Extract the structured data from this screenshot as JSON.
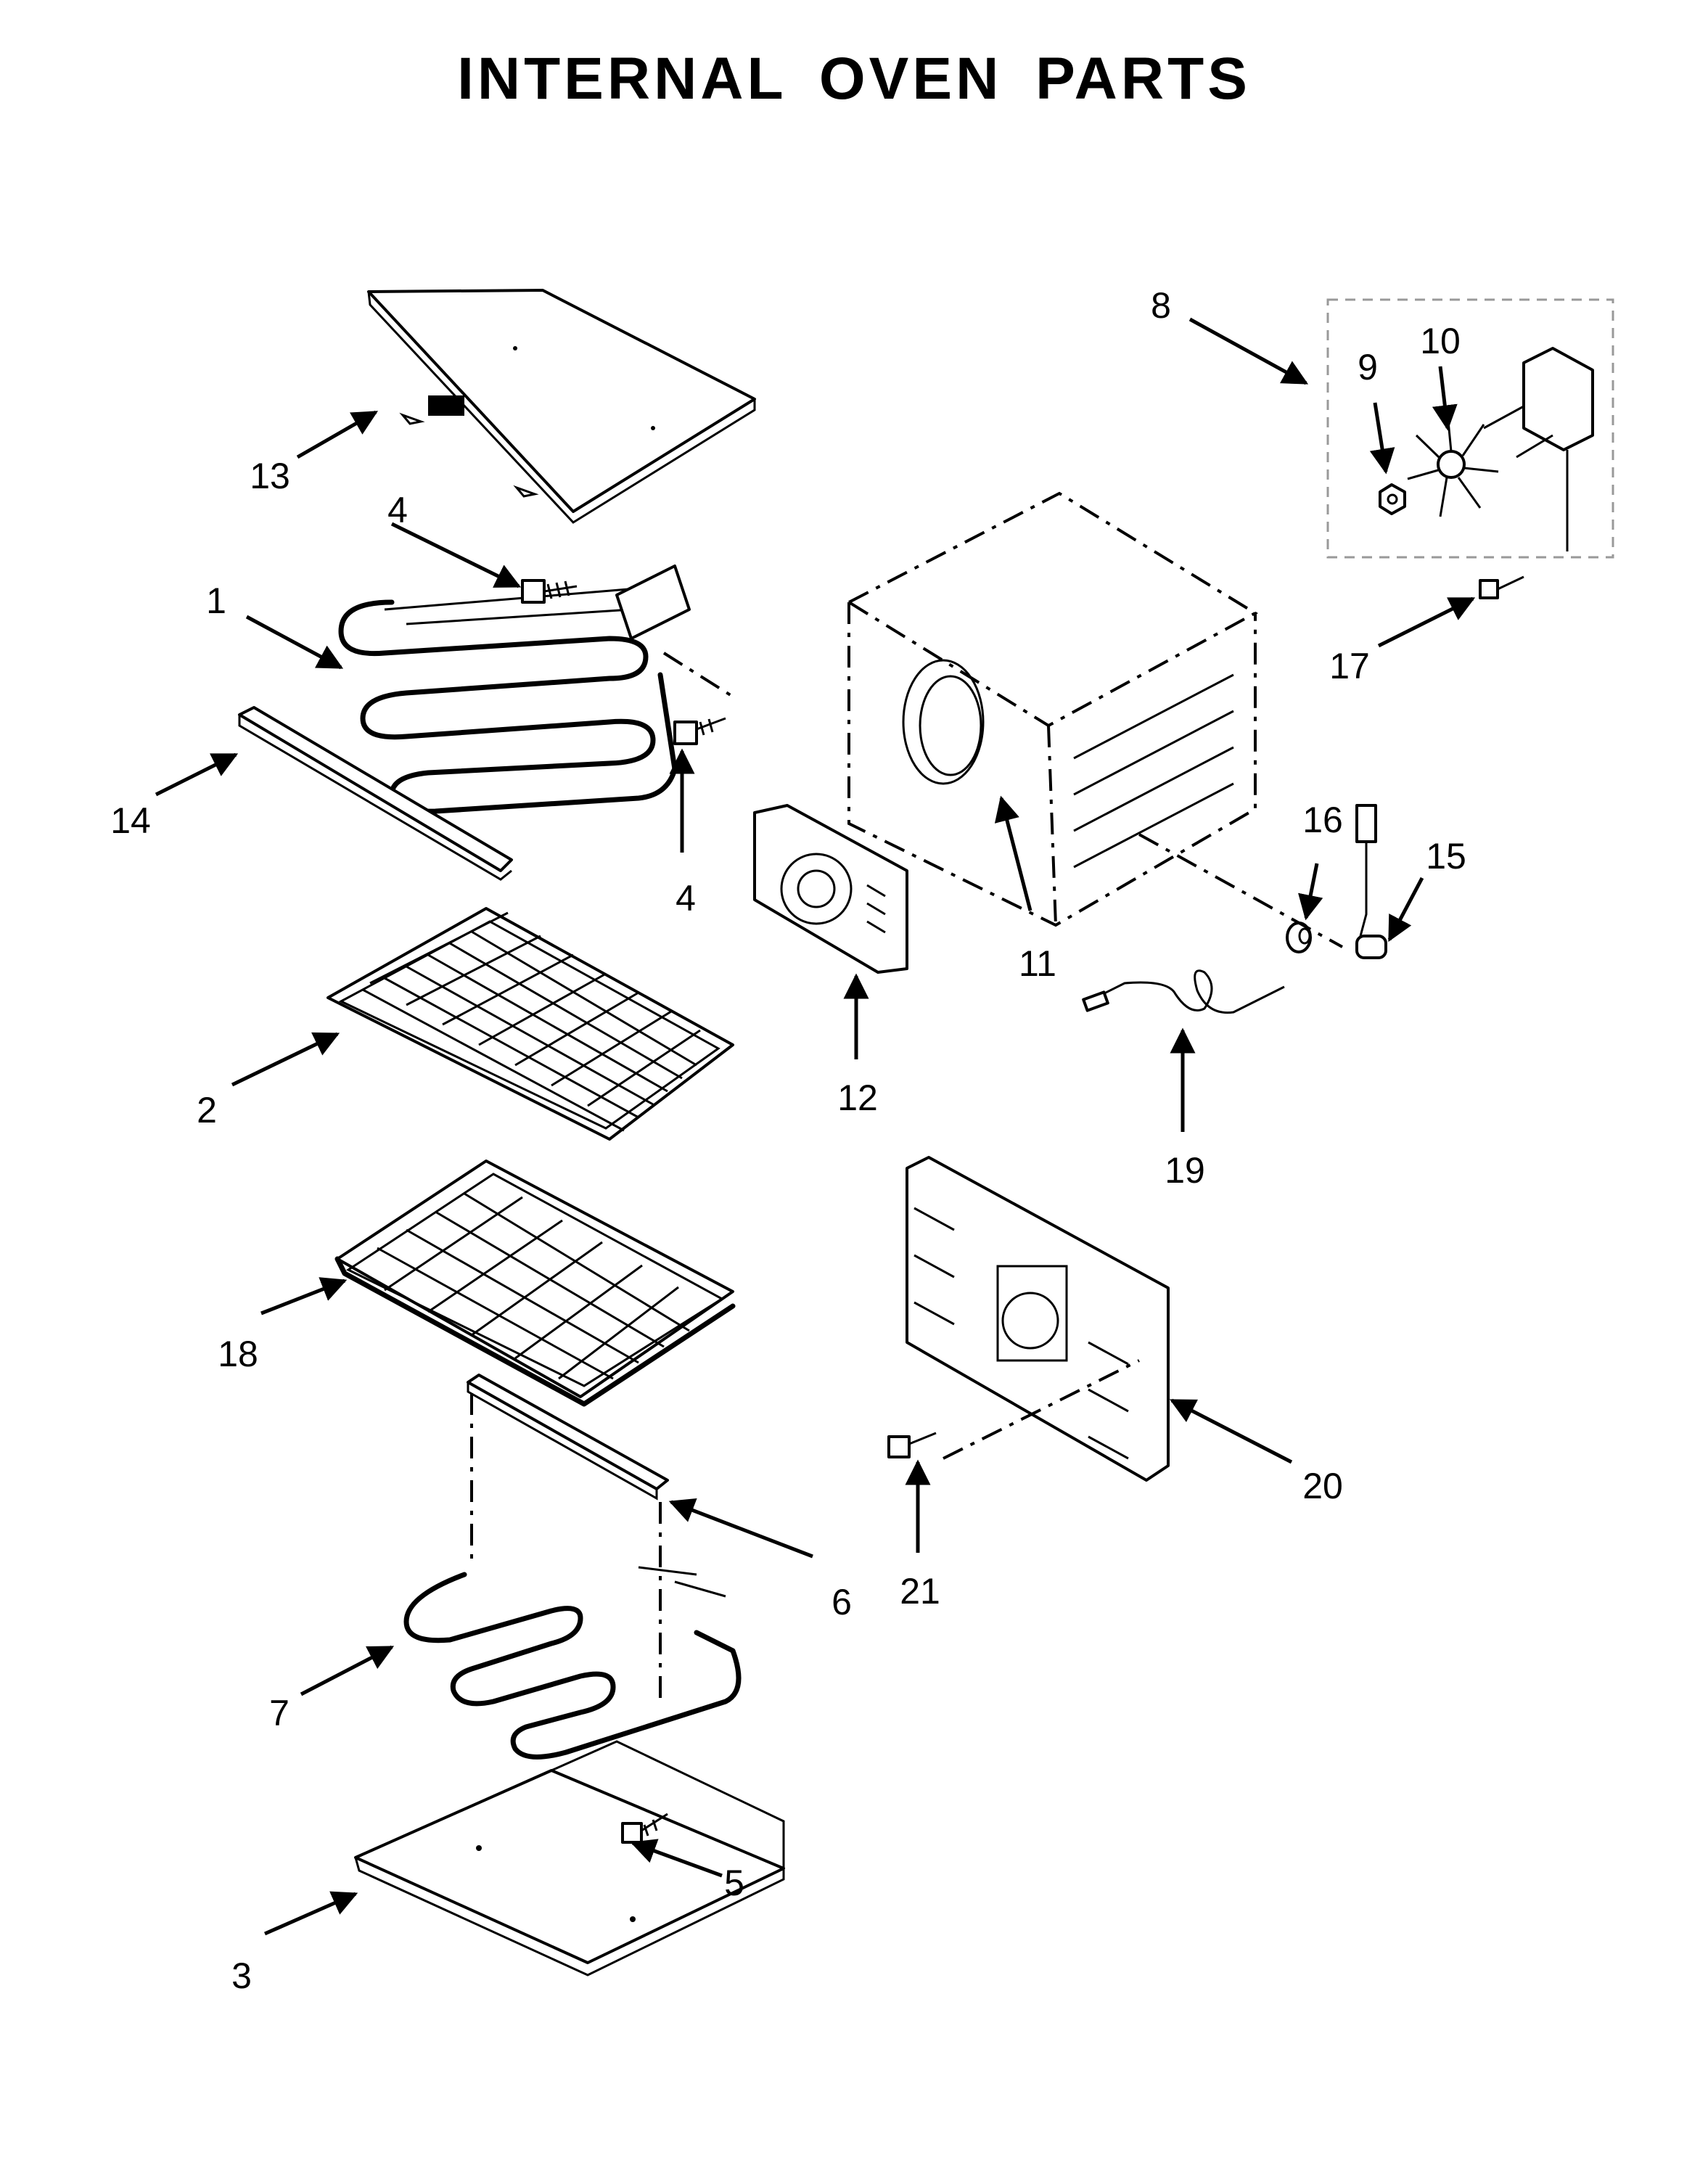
{
  "title": "INTERNAL OVEN PARTS",
  "callouts": {
    "c1": "1",
    "c2": "2",
    "c3": "3",
    "c4a": "4",
    "c4b": "4",
    "c5": "5",
    "c6": "6",
    "c7": "7",
    "c8": "8",
    "c9": "9",
    "c10": "10",
    "c11": "11",
    "c12": "12",
    "c13": "13",
    "c14": "14",
    "c15": "15",
    "c16": "16",
    "c17": "17",
    "c18": "18",
    "c19": "19",
    "c20": "20",
    "c21": "21"
  }
}
